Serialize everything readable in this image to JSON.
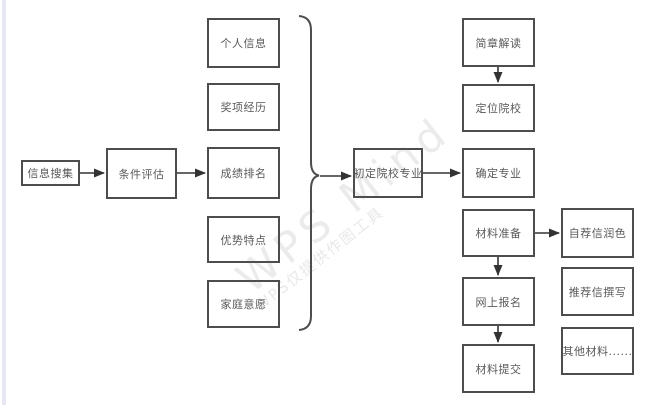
{
  "diagram": {
    "watermark": {
      "primary": "WPS Mind",
      "secondary": "WPS仅提供作图工具"
    },
    "nodes": [
      {
        "id": "xinxi-souji",
        "label": "信息搜集"
      },
      {
        "id": "tiaojian-pinggu",
        "label": "条件评估"
      },
      {
        "id": "geren-xinxi",
        "label": "个人信息"
      },
      {
        "id": "jiangxiang-jingli",
        "label": "奖项经历"
      },
      {
        "id": "chengji-paiming",
        "label": "成绩排名"
      },
      {
        "id": "youshi-tedian",
        "label": "优势特点"
      },
      {
        "id": "jiating-yiyuan",
        "label": "家庭意愿"
      },
      {
        "id": "chuding-yuanxiao-zhuanye",
        "label": "初定院校专业"
      },
      {
        "id": "jianzhang-jiedu",
        "label": "简章解读"
      },
      {
        "id": "dingwei-yuanxiao",
        "label": "定位院校"
      },
      {
        "id": "queding-zhuanye",
        "label": "确定专业"
      },
      {
        "id": "cailiao-zhunbei",
        "label": "材料准备"
      },
      {
        "id": "wangshang-baoming",
        "label": "网上报名"
      },
      {
        "id": "cailiao-tijiao",
        "label": "材料提交"
      },
      {
        "id": "zijianxin-runse",
        "label": "自荐信润色"
      },
      {
        "id": "tuijianxin-zhuanxie",
        "label": "推荐信撰写"
      },
      {
        "id": "qita-cailiao",
        "label": "其他材料......"
      }
    ],
    "edges": [
      {
        "from": "信息搜集",
        "to": "条件评估"
      },
      {
        "from": "条件评估",
        "to": "成绩排名"
      },
      {
        "from": "brace(个人信息/奖项经历/成绩排名/优势特点/家庭意愿)",
        "to": "初定院校专业"
      },
      {
        "from": "初定院校专业",
        "to": "确定专业"
      },
      {
        "from": "简章解读",
        "to": "定位院校"
      },
      {
        "from": "材料准备",
        "to": "自荐信润色"
      },
      {
        "from": "材料准备",
        "to": "网上报名"
      },
      {
        "from": "网上报名",
        "to": "材料提交"
      }
    ],
    "colors": {
      "node_border": "#4d4d4d",
      "node_text": "#595959",
      "arrow": "#333333",
      "left_strip": "#e7e7f3",
      "background": "#ffffff"
    }
  }
}
